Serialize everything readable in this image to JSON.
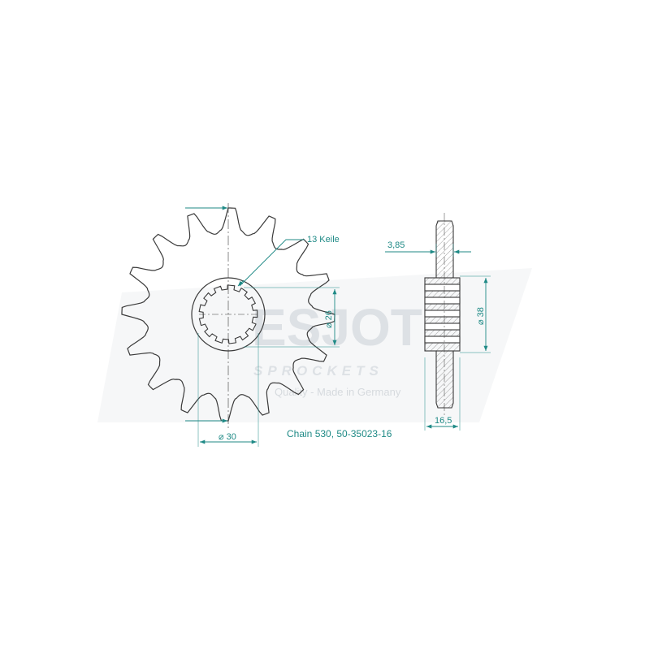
{
  "colors": {
    "outline": "#3a3a3a",
    "dimension": "#1f8a86",
    "hatch": "#777777",
    "watermark": "#e4e7ea",
    "watermark_text": "#d4d8dc"
  },
  "watermark": {
    "logo_text": "ESJOT",
    "sub_text": "SPROCKETS",
    "tagline": "Quality - Made in Germany"
  },
  "sprocket": {
    "teeth": 16,
    "splines": 13
  },
  "labels": {
    "splines": "13 Keile",
    "inner_diameter": "⌀ 26",
    "bore_diameter": "⌀ 30",
    "hub_diameter": "⌀ 38",
    "tooth_width": "3,85",
    "hub_width": "16,5",
    "caption": "Chain 530, 50-35023-16"
  }
}
